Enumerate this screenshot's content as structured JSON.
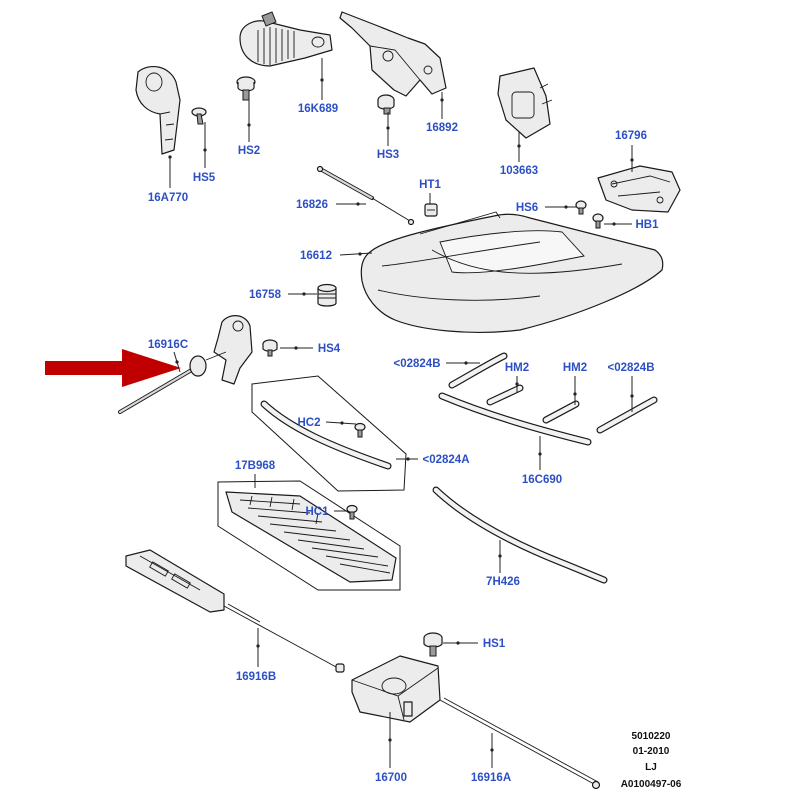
{
  "colors": {
    "callout": "#2d4fc5",
    "arrow": "#c00000"
  },
  "callouts": [
    "16A770",
    "HS5",
    "HS2",
    "16K689",
    "HS3",
    "16892",
    "103663",
    "16796",
    "HT1",
    "16826",
    "HS6",
    "HB1",
    "16612",
    "16758",
    "16916C",
    "HS4",
    "<02824B",
    "HM2",
    "HM2",
    "<02824B",
    "HC2",
    "<02824A",
    "17B968",
    "16C690",
    "HC1",
    "7H426",
    "HS1",
    "16916B",
    "16700",
    "16916A"
  ],
  "doc_info": {
    "code": "5010220",
    "date": "01-2010",
    "initials": "LJ",
    "reference": "A0100497-06"
  }
}
